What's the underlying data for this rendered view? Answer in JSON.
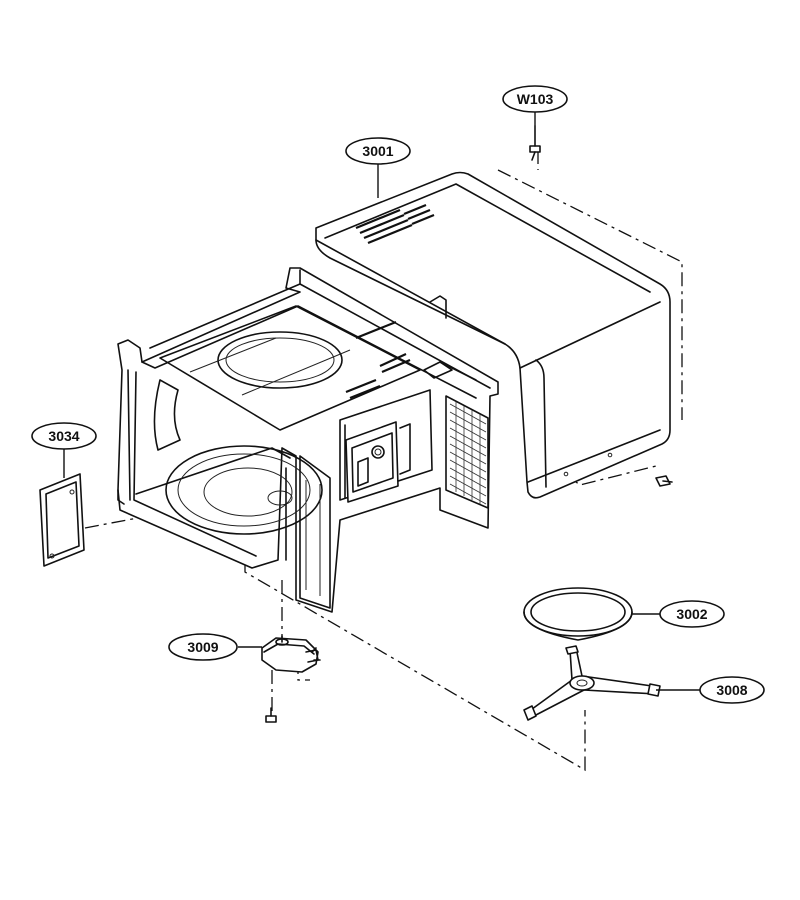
{
  "callouts": {
    "w103": "W103",
    "c3001": "3001",
    "c3034": "3034",
    "c3009": "3009",
    "c3002": "3002",
    "c3008": "3008"
  }
}
